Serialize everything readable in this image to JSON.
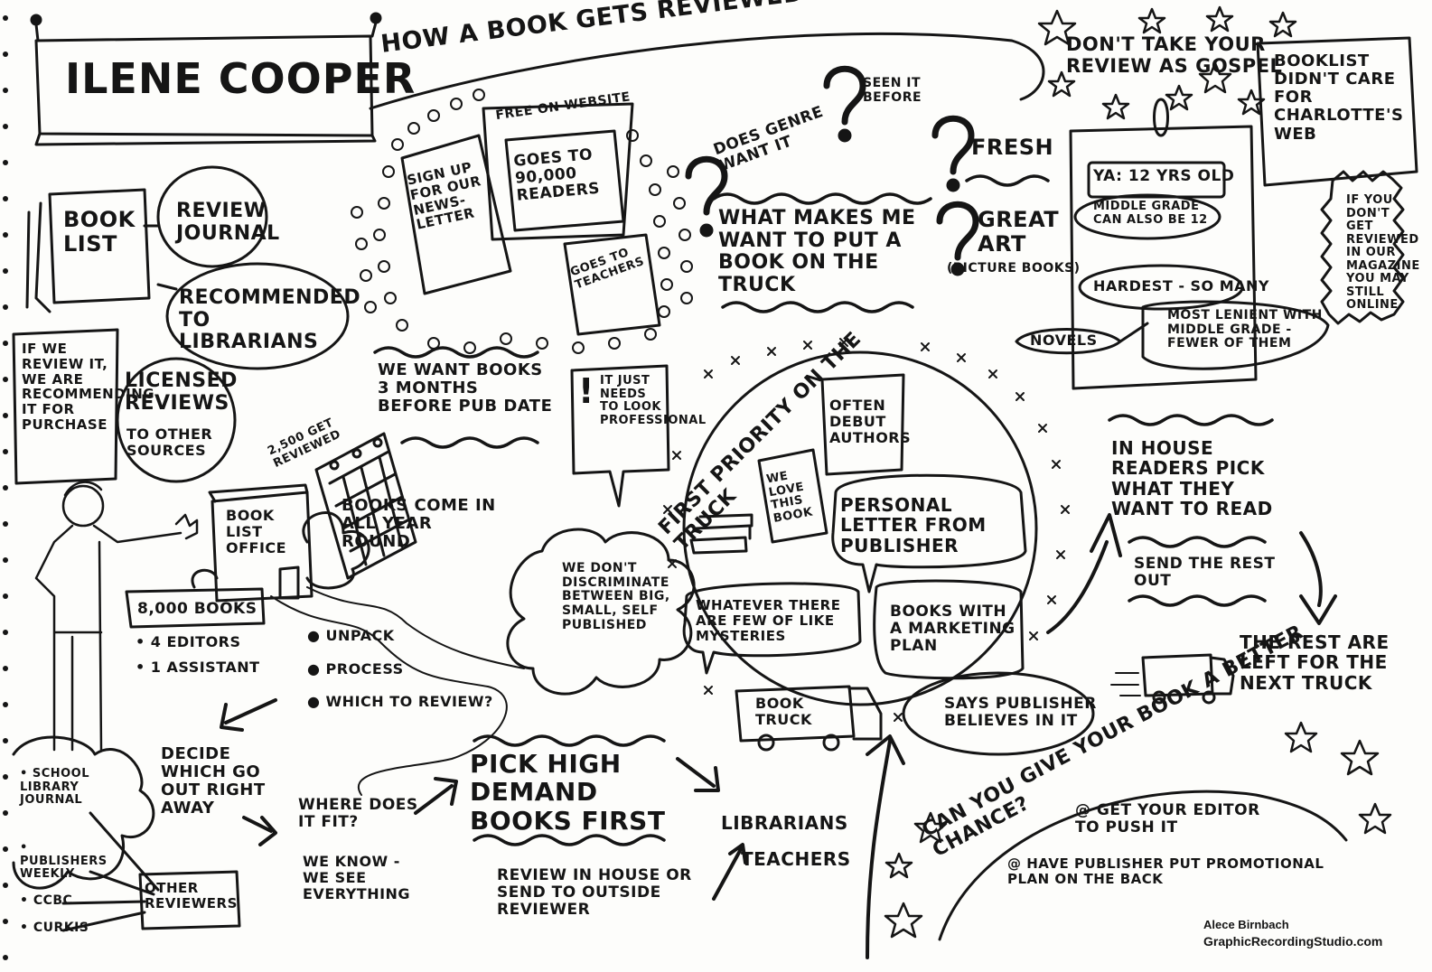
{
  "title": {
    "name": "ILENE COOPER",
    "subtitle": "HOW A BOOK GETS REVIEWED AND WHY IT DOESN'T"
  },
  "top_right": {
    "gospel": "DON'T TAKE YOUR REVIEW AS GOSPEL",
    "charlotte": "BOOKLIST DIDN'T CARE FOR CHARLOTTE'S WEB",
    "online": "IF YOU DON'T GET REVIEWED IN OUR MAGAZINE YOU MAY STILL ONLINE"
  },
  "left": {
    "booklist": "BOOK LIST",
    "review_journal": "REVIEW JOURNAL",
    "recommended": "RECOMMENDED TO LIBRARIANS",
    "if_we_review": "IF WE REVIEW IT, WE ARE RECOMMENDING IT FOR PURCHASE",
    "licensed": "LICENSED REVIEWS",
    "licensed_sub": "TO OTHER SOURCES",
    "get_reviewed": "2,500 GET REVIEWED",
    "office": "BOOK LIST OFFICE",
    "come_in": "BOOKS COME IN ALL YEAR ROUND",
    "books_8000": "8,000 BOOKS",
    "editors": "• 4 EDITORS",
    "assistant": "• 1 ASSISTANT",
    "unpack": "UNPACK",
    "process": "PROCESS",
    "which_review": "WHICH TO REVIEW?",
    "decide": "DECIDE WHICH GO OUT RIGHT AWAY",
    "other_reviewers": "OTHER REVIEWERS",
    "bullets": [
      "SCHOOL LIBRARY JOURNAL",
      "PUBLISHERS WEEKLY",
      "CCBC",
      "CURKIS"
    ]
  },
  "center": {
    "free_website": "FREE ON WEBSITE",
    "signup": "SIGN UP FOR OUR NEWS-LETTER",
    "goes_readers": "GOES TO 90,000 READERS",
    "goes_teachers": "GOES TO TEACHERS",
    "want_books": "WE WANT BOOKS 3 MONTHS BEFORE PUB DATE",
    "professional": "IT JUST NEEDS TO LOOK PROFESSIONAL",
    "exclaim": "!",
    "discriminate": "WE DON'T DISCRIMINATE BETWEEN BIG, SMALL, SELF PUBLISHED",
    "where_fit": "WHERE DOES IT FIT?",
    "we_know": "WE KNOW - WE SEE EVERYTHING",
    "high_demand": "PICK HIGH DEMAND BOOKS FIRST",
    "review_house": "REVIEW IN HOUSE OR SEND TO OUTSIDE REVIEWER",
    "librarians": "LIBRARIANS",
    "teachers": "TEACHERS",
    "genre": "DOES GENRE WANT IT",
    "seen": "SEEN IT BEFORE",
    "fresh": "FRESH",
    "great_art": "GREAT ART",
    "picture": "(PICTURE BOOKS)",
    "q": "?",
    "makes_want": "WHAT MAKES ME WANT TO PUT A BOOK ON THE TRUCK",
    "priority": "FIRST PRIORITY ON THE TRUCK",
    "debut": "OFTEN DEBUT AUTHORS",
    "love": "WE LOVE THIS BOOK",
    "letter": "PERSONAL LETTER FROM PUBLISHER",
    "mysteries": "WHATEVER THERE ARE FEW OF LIKE MYSTERIES",
    "marketing": "BOOKS WITH A MARKETING PLAN",
    "believes": "SAYS PUBLISHER BELIEVES IN IT",
    "truck": "BOOK TRUCK"
  },
  "right": {
    "ya": "YA: 12 YRS OLD",
    "middle": "MIDDLE GRADE CAN ALSO BE 12",
    "hardest": "HARDEST - SO MANY",
    "novels": "NOVELS",
    "lenient": "MOST LENIENT WITH MIDDLE GRADE - FEWER OF THEM",
    "in_house": "IN HOUSE READERS PICK WHAT THEY WANT TO READ",
    "send_rest": "SEND THE REST OUT",
    "rest_left": "THE REST ARE LEFT FOR THE NEXT TRUCK",
    "chance": "CAN YOU GIVE YOUR BOOK A BETTER CHANCE?",
    "editor": "GET YOUR EDITOR TO PUSH IT",
    "promo": "HAVE PUBLISHER PUT PROMOTIONAL PLAN ON THE BACK"
  },
  "credit": {
    "author": "Alece Birnbach",
    "site": "GraphicRecordingStudio.com"
  }
}
